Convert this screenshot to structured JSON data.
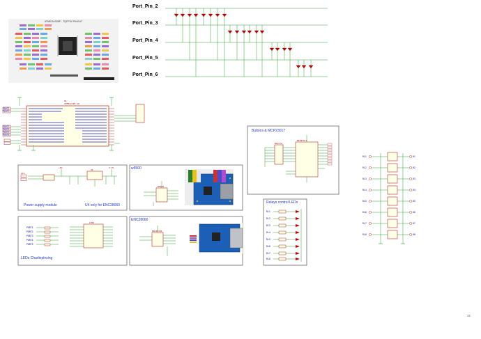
{
  "ports": [
    {
      "label": "Port_Pin_2"
    },
    {
      "label": "Port_Pin_3"
    },
    {
      "label": "Port_Pin_4"
    },
    {
      "label": "Port_Pin_5"
    },
    {
      "label": "Port_Pin_6"
    }
  ],
  "pinout": {
    "title": "ATMEGA328P - TQFP32 PINOUT"
  },
  "mcu": {
    "ref": "U1",
    "part": "ATMEGA328-AU"
  },
  "sections": {
    "buttons": "Buttons & MCP23017",
    "power": "Power supply module",
    "enc_note": "U4 only for ENC28060",
    "w5500": "w5500",
    "enc": "ENC28060",
    "leds": "LEDs Charlieplexing",
    "relays": "Relays control LEDs"
  },
  "relay_nets": [
    "RL1",
    "RL2",
    "RL3",
    "RL4",
    "RL5",
    "RL6",
    "RL7",
    "RL8"
  ],
  "relay_out_nets": [
    "01",
    "02",
    "03",
    "04",
    "05",
    "06",
    "07",
    "08"
  ],
  "led_ports": [
    "PORT1",
    "PORT2",
    "PORT3",
    "PORT4",
    "PORT5"
  ],
  "mcu_left_nets": [
    "PORT1",
    "PORT2",
    "",
    "PORT3",
    "PORT4",
    "PORT5",
    "PORT6"
  ],
  "chips": {
    "mcp": "MCP23017",
    "baluta": "Baluta",
    "reg": "U2",
    "w5500_chip": "W5500",
    "enc_chip": "ENC28J60",
    "led_driver": "LED1"
  },
  "power_labels": {
    "in": "AC1",
    "reg_out": "3.3V",
    "v5": "+5V"
  },
  "page_number": "13",
  "colors": {
    "wire_green": "#2ca02c",
    "pin_red": "#b00000",
    "label_blue": "#1a1aff",
    "box_border": "#555555"
  }
}
